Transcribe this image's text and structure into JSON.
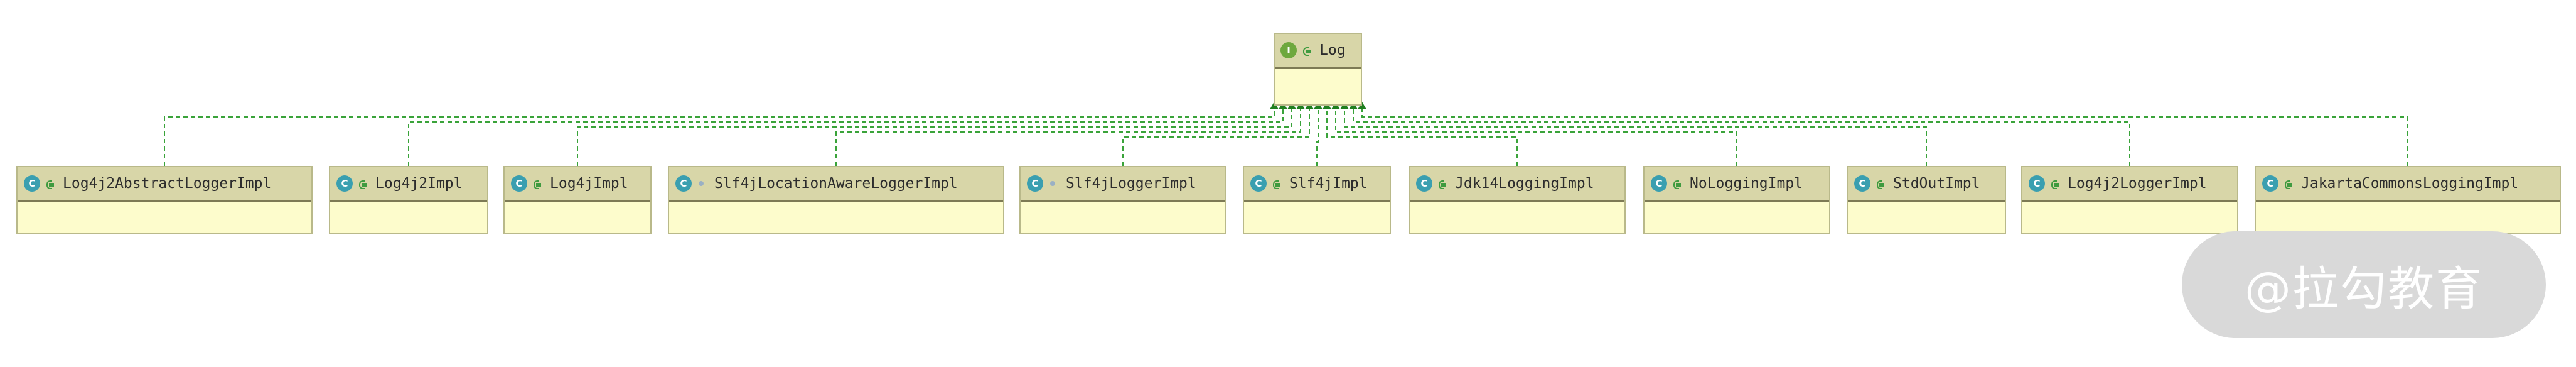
{
  "diagram": {
    "interface": {
      "name": "Log",
      "kind_letter": "I",
      "icon": "interface-icon",
      "visibility": "public-icon"
    },
    "implementations": [
      {
        "name": "Log4j2AbstractLoggerImpl",
        "kind_letter": "C",
        "icon": "class-icon",
        "visibility": "public-icon"
      },
      {
        "name": "Log4j2Impl",
        "kind_letter": "C",
        "icon": "class-icon",
        "visibility": "public-icon"
      },
      {
        "name": "Log4jImpl",
        "kind_letter": "C",
        "icon": "class-icon",
        "visibility": "public-icon"
      },
      {
        "name": "Slf4jLocationAwareLoggerImpl",
        "kind_letter": "C",
        "icon": "class-icon",
        "visibility": "package-private-icon"
      },
      {
        "name": "Slf4jLoggerImpl",
        "kind_letter": "C",
        "icon": "class-icon",
        "visibility": "package-private-icon"
      },
      {
        "name": "Slf4jImpl",
        "kind_letter": "C",
        "icon": "class-icon",
        "visibility": "public-icon"
      },
      {
        "name": "Jdk14LoggingImpl",
        "kind_letter": "C",
        "icon": "class-icon",
        "visibility": "public-icon"
      },
      {
        "name": "NoLoggingImpl",
        "kind_letter": "C",
        "icon": "class-icon",
        "visibility": "public-icon"
      },
      {
        "name": "StdOutImpl",
        "kind_letter": "C",
        "icon": "class-icon",
        "visibility": "public-icon"
      },
      {
        "name": "Log4j2LoggerImpl",
        "kind_letter": "C",
        "icon": "class-icon",
        "visibility": "public-icon"
      },
      {
        "name": "JakartaCommonsLoggingImpl",
        "kind_letter": "C",
        "icon": "class-icon",
        "visibility": "public-icon"
      }
    ],
    "relation": "implements (dashed line, hollow arrowhead)"
  },
  "watermark": {
    "text": "@拉勾教育"
  },
  "colors": {
    "line": "#3aa33a",
    "arrow_fill": "#1f7f1f",
    "class_header": "#d8d6a8",
    "class_body": "#fdfccc",
    "class_border": "#b9b98a",
    "class_icon": "#3a9fb0",
    "interface_icon": "#6ea83e",
    "watermark_bg": "#d9d9d9"
  }
}
